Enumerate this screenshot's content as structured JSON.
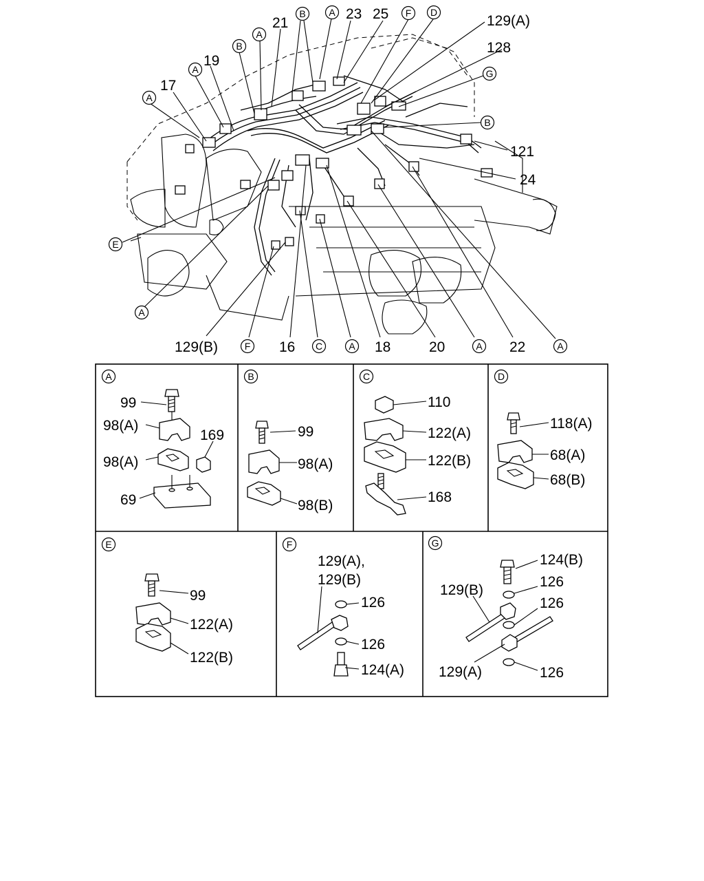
{
  "main_callouts": {
    "n21": "21",
    "n23": "23",
    "n25": "25",
    "n129a": "129(A)",
    "n128": "128",
    "n19": "19",
    "n17": "17",
    "n121": "121",
    "n24": "24",
    "n129b": "129(B)",
    "n16": "16",
    "n18": "18",
    "n20": "20",
    "n22": "22"
  },
  "circle_letters": {
    "a": "A",
    "b": "B",
    "c": "C",
    "d": "D",
    "e": "E",
    "f": "F",
    "g": "G"
  },
  "detail_panels": {
    "A": {
      "letter": "A",
      "l99": "99",
      "l98a_1": "98(A)",
      "l169": "169",
      "l98a_2": "98(A)",
      "l69": "69"
    },
    "B": {
      "letter": "B",
      "l99": "99",
      "l98a": "98(A)",
      "l98b": "98(B)"
    },
    "C": {
      "letter": "C",
      "l110": "110",
      "l122a": "122(A)",
      "l122b": "122(B)",
      "l168": "168"
    },
    "D": {
      "letter": "D",
      "l118a": "118(A)",
      "l68a": "68(A)",
      "l68b": "68(B)"
    },
    "E": {
      "letter": "E",
      "l99": "99",
      "l122a": "122(A)",
      "l122b": "122(B)"
    },
    "F": {
      "letter": "F",
      "l129a": "129(A),",
      "l129b": "129(B)",
      "l126_1": "126",
      "l126_2": "126",
      "l124a": "124(A)"
    },
    "G": {
      "letter": "G",
      "l124b": "124(B)",
      "l126_1": "126",
      "l129b": "129(B)",
      "l126_2": "126",
      "l129a": "129(A)",
      "l126_3": "126"
    }
  }
}
